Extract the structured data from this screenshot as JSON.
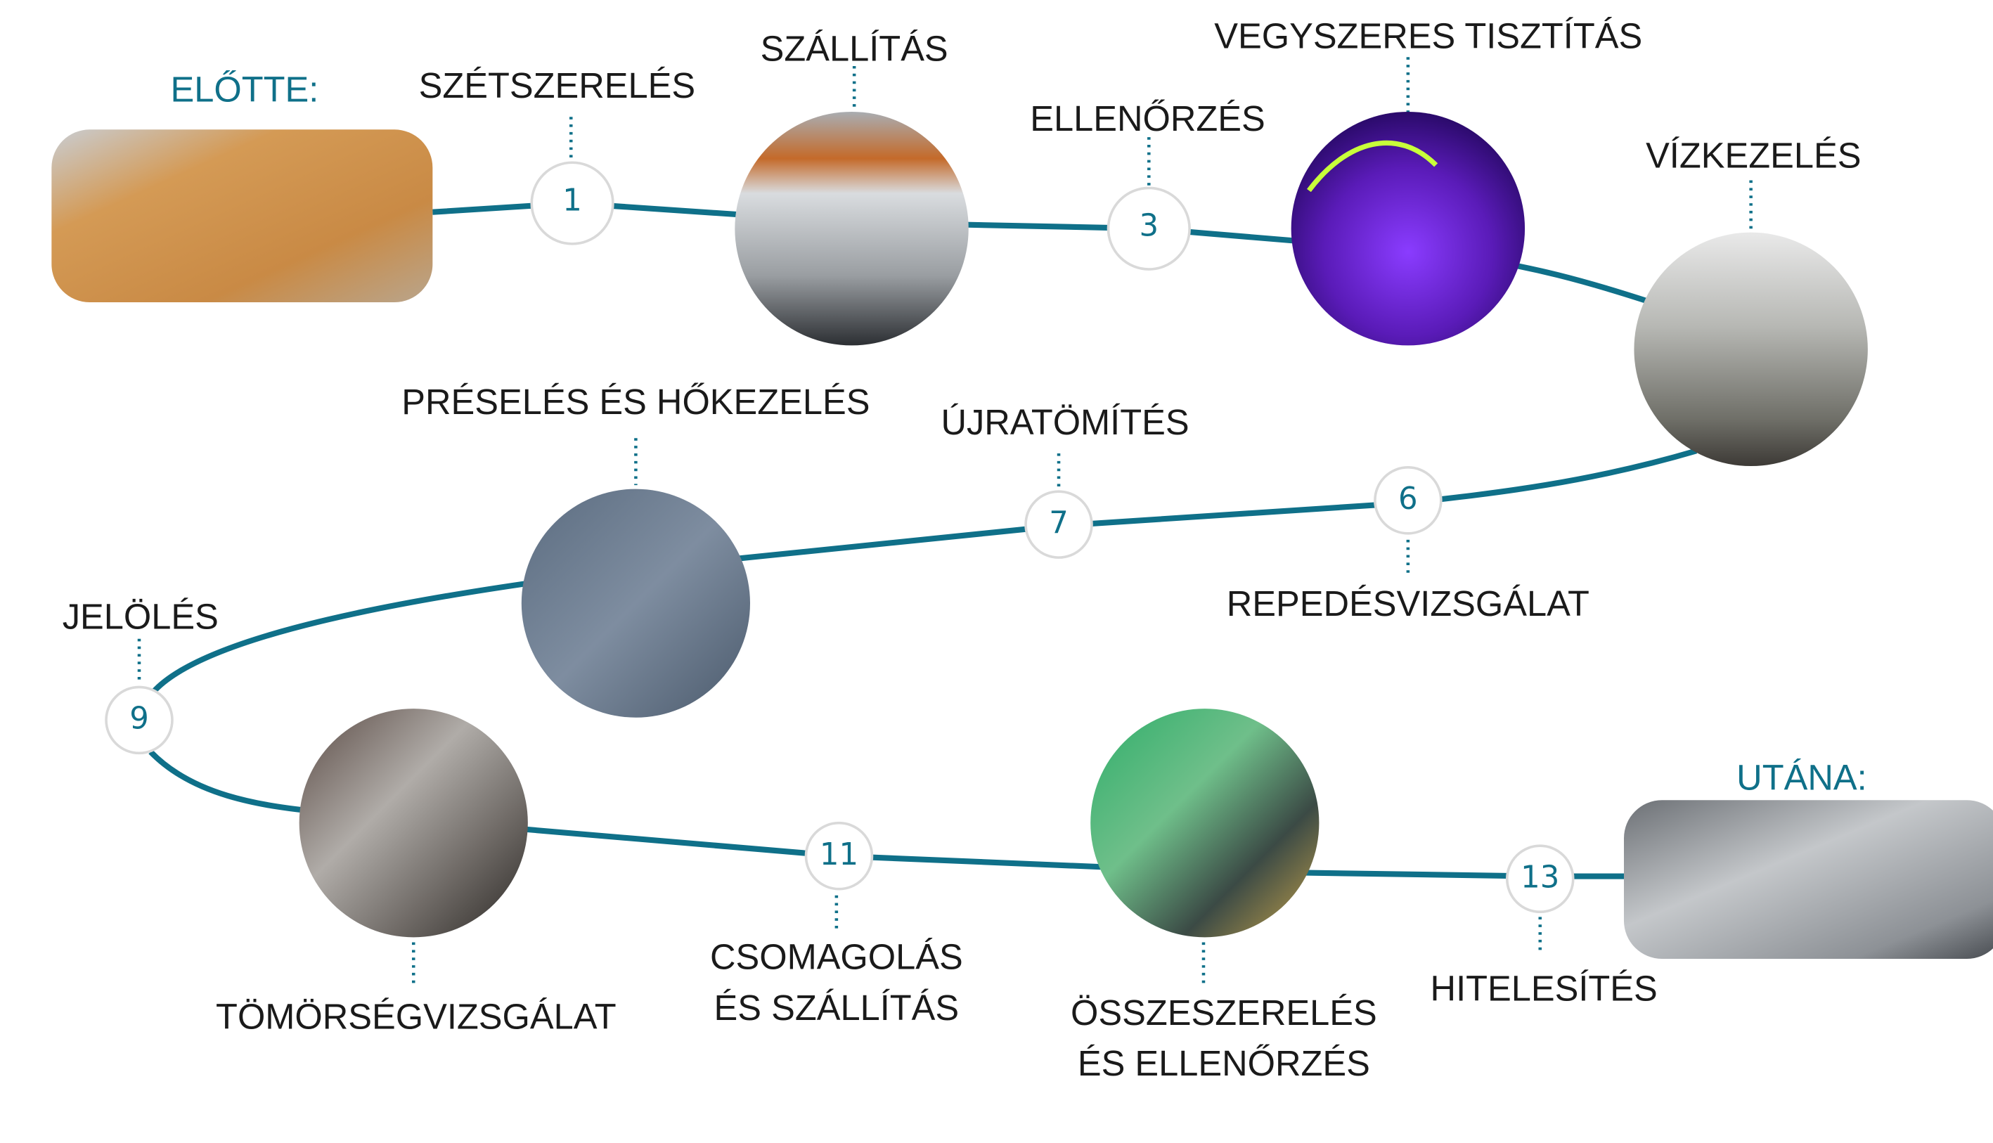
{
  "before_label": "ELŐTTE:",
  "after_label": "UTÁNA:",
  "accent_color": "#0f7089",
  "steps": {
    "s1": {
      "number": "1",
      "label": "SZÉTSZERELÉS"
    },
    "s2": {
      "label": "SZÁLLÍTÁS"
    },
    "s3": {
      "number": "3",
      "label": "ELLENŐRZÉS"
    },
    "s4": {
      "label": "VEGYSZERES TISZTÍTÁS"
    },
    "s5": {
      "label": "VÍZKEZELÉS"
    },
    "s6": {
      "number": "6",
      "label": "REPEDÉSVIZSGÁLAT"
    },
    "s7": {
      "number": "7",
      "label": "ÚJRATÖMÍTÉS"
    },
    "s8": {
      "label": "PRÉSELÉS ÉS HŐKEZELÉS"
    },
    "s9": {
      "number": "9",
      "label": "JELÖLÉS"
    },
    "s10": {
      "label": "TÖMÖRSÉGVIZSGÁLAT"
    },
    "s11": {
      "number": "11",
      "label_line1": "CSOMAGOLÁS",
      "label_line2": "ÉS SZÁLLÍTÁS"
    },
    "s12": {
      "label_line1": "ÖSSZESZERELÉS",
      "label_line2": "ÉS ELLENŐRZÉS"
    },
    "s13": {
      "number": "13",
      "label": "HITELESÍTÉS"
    }
  }
}
